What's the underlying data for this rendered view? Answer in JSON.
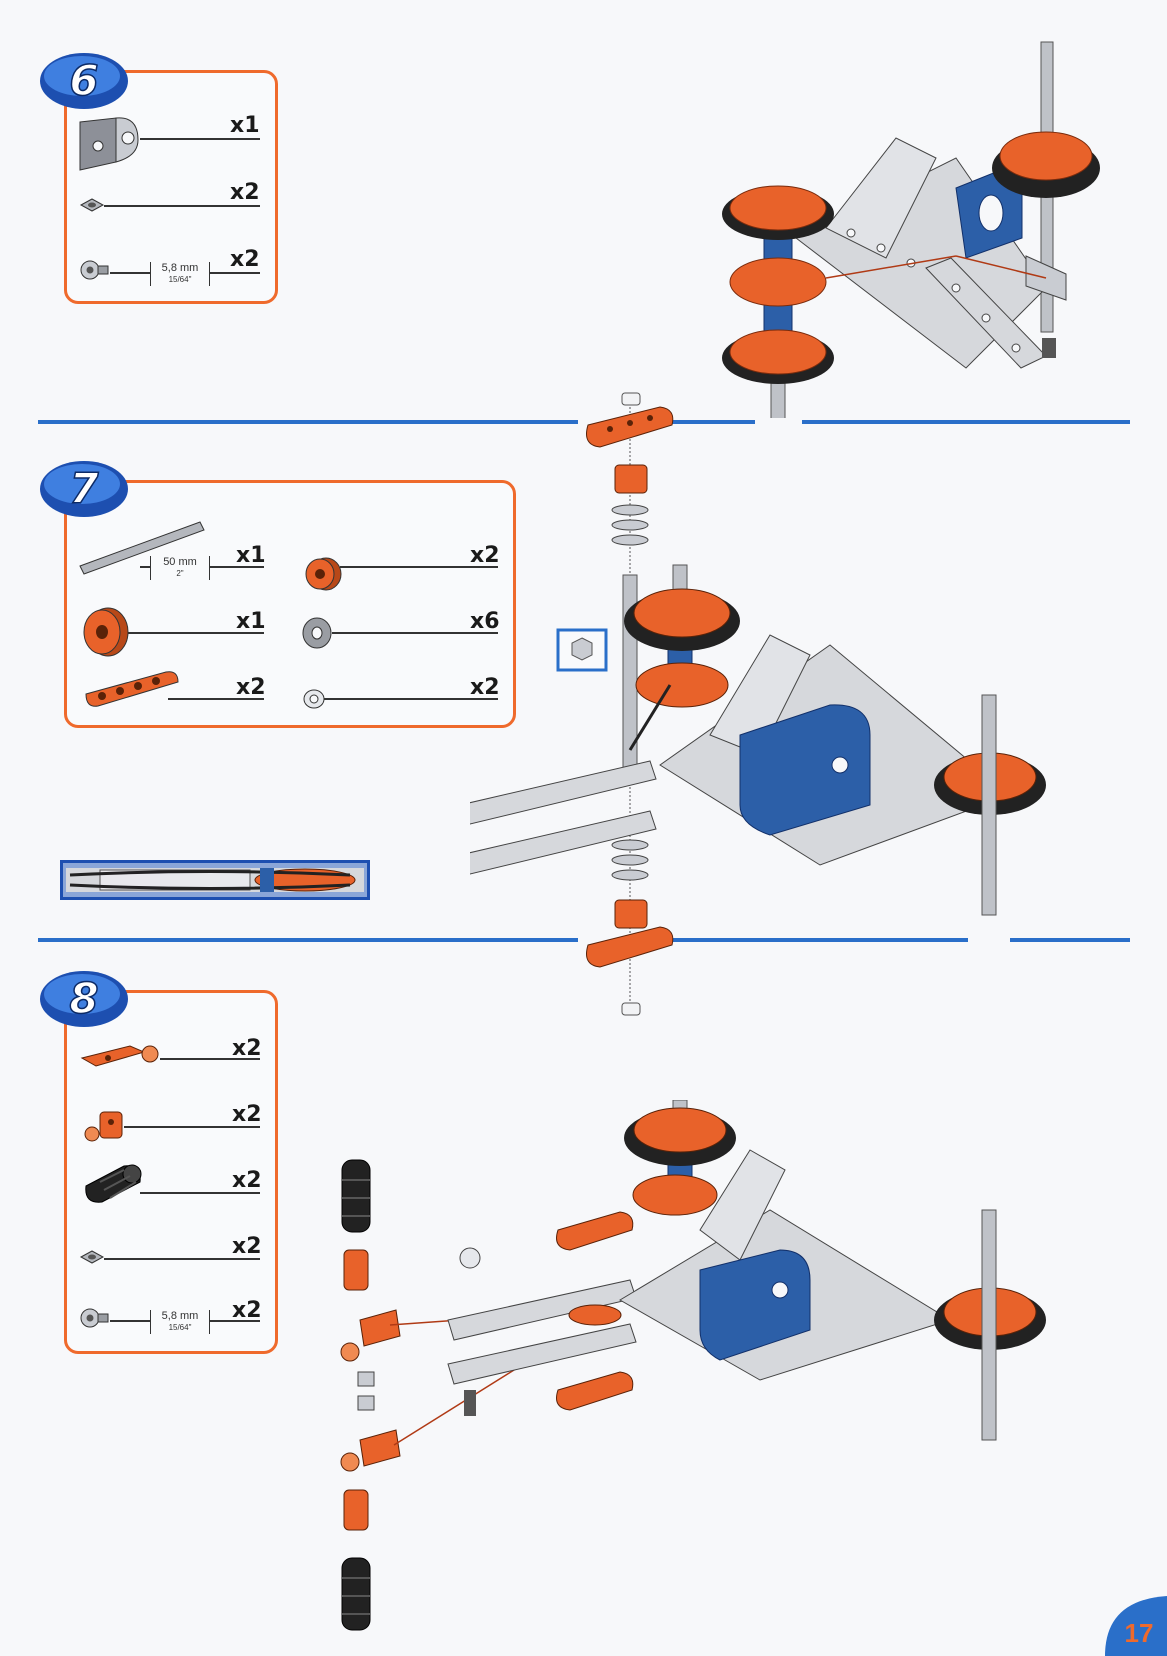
{
  "steps": [
    {
      "number": "6",
      "parts": [
        {
          "icon": "angle-bracket-icon",
          "qty": "x1"
        },
        {
          "icon": "square-nut-icon",
          "qty": "x2"
        },
        {
          "icon": "screw-icon",
          "qty": "x2",
          "dim": "5,8 mm",
          "dim_imperial": "15/64\""
        }
      ]
    },
    {
      "number": "7",
      "parts": [
        {
          "icon": "rod-icon",
          "qty": "x1",
          "dim": "50 mm",
          "dim_imperial": "2\""
        },
        {
          "icon": "pulley-icon",
          "qty": "x1"
        },
        {
          "icon": "short-strip-icon",
          "qty": "x2"
        },
        {
          "icon": "collar-icon",
          "qty": "x2"
        },
        {
          "icon": "washer-icon",
          "qty": "x6"
        },
        {
          "icon": "nut-ring-icon",
          "qty": "x2"
        }
      ]
    },
    {
      "number": "8",
      "parts": [
        {
          "icon": "ball-joint-plate-icon",
          "qty": "x2"
        },
        {
          "icon": "swivel-connector-icon",
          "qty": "x2"
        },
        {
          "icon": "rubber-sleeve-icon",
          "qty": "x2"
        },
        {
          "icon": "square-nut-icon",
          "qty": "x2"
        },
        {
          "icon": "screw-icon",
          "qty": "x2",
          "dim": "5,8 mm",
          "dim_imperial": "15/64\""
        }
      ]
    }
  ],
  "page_number": "17",
  "colors": {
    "accent_orange": "#ef6a2c",
    "accent_blue": "#2a6fc9",
    "part_orange": "#e8622a",
    "part_blue": "#2c5fa8",
    "metal": "#c9ccd2"
  }
}
